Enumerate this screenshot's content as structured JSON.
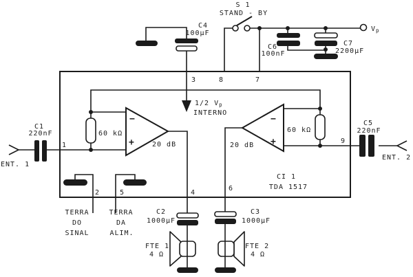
{
  "colors": {
    "ink": "#1b1b1b",
    "paper": "#ffffff"
  },
  "power_rail": {
    "switch": {
      "ref": "S 1",
      "label": "STAND - BY"
    },
    "vp_main": "V",
    "vp_sub": "p"
  },
  "ic": {
    "ref": "CI 1",
    "part": "TDA 1517"
  },
  "pins": {
    "p1": "1",
    "p2": "2",
    "p3": "3",
    "p4": "4",
    "p5": "5",
    "p6": "6",
    "p7": "7",
    "p8": "8",
    "p9": "9"
  },
  "capacitors": {
    "c1": {
      "ref": "C1",
      "value": "220nF"
    },
    "c2": {
      "ref": "C2",
      "value": "1000µF"
    },
    "c3": {
      "ref": "C3",
      "value": "1000µF"
    },
    "c4": {
      "ref": "C4",
      "value": "100µF"
    },
    "c5": {
      "ref": "C5",
      "value": "220nF"
    },
    "c6": {
      "ref": "C6",
      "value": "100nF"
    },
    "c7": {
      "ref": "C7",
      "value": "2200µF"
    }
  },
  "resistors": {
    "left": "60 kΩ",
    "right": "60 kΩ"
  },
  "amplifiers": {
    "left": {
      "minus": "−",
      "plus": "+",
      "gain": "20 dB"
    },
    "right": {
      "minus": "−",
      "plus": "+",
      "gain": "20 dB"
    }
  },
  "inputs": {
    "ent1": "ENT. 1",
    "ent2": "ENT. 2"
  },
  "annotations": {
    "half_vp": "1/2 V",
    "half_vp_sub": "p",
    "interno": "INTERNO"
  },
  "grounds": {
    "signal": {
      "line1": "TERRA",
      "line2": "DO",
      "line3": "SINAL"
    },
    "supply": {
      "line1": "TERRA",
      "line2": "DA",
      "line3": "ALIM."
    }
  },
  "speakers": {
    "fte1": {
      "ref": "FTE 1",
      "impedance": "4 Ω"
    },
    "fte2": {
      "ref": "FTE 2",
      "impedance": "4 Ω"
    }
  }
}
